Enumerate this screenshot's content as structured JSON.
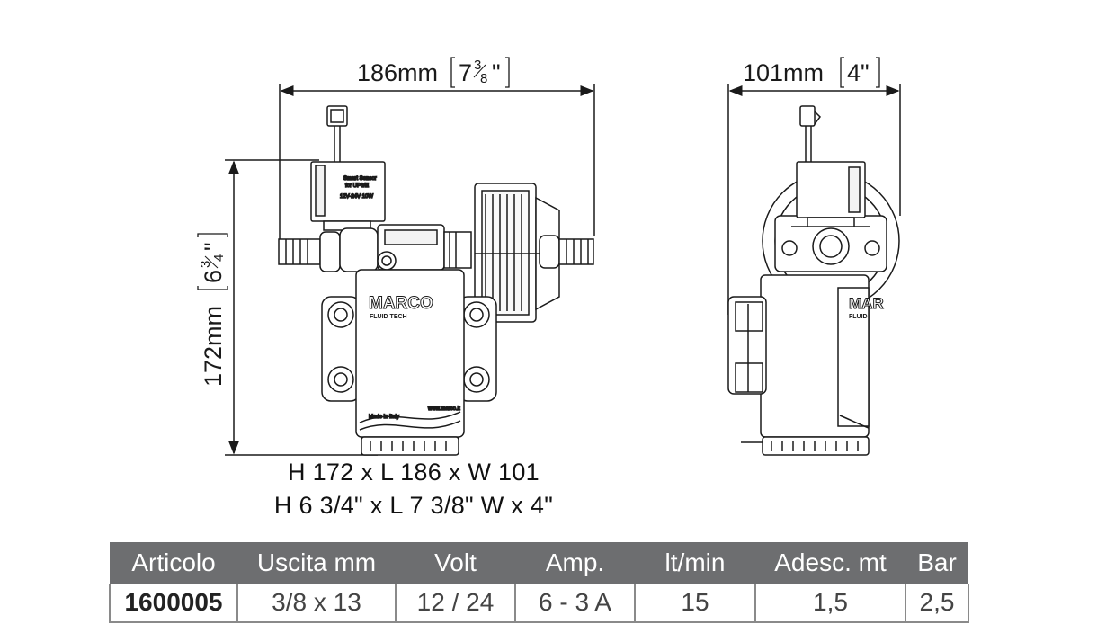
{
  "dimensions": {
    "front_width": "186mm",
    "front_width_inch_whole": "7",
    "front_width_inch_num": "3",
    "front_width_inch_den": "8",
    "side_width": "101mm",
    "side_width_inch": "4\"",
    "height": "172mm",
    "height_inch_whole": "6",
    "height_inch_num": "3",
    "height_inch_den": "4"
  },
  "product_labels": {
    "brand": "MARCO",
    "brand_sub": "FLUID TECH"
  },
  "captions": {
    "metric": "H 172 x L 186 x W 101",
    "imperial": "H 6 3/4\" x L 7 3/8\" W x 4\""
  },
  "table": {
    "headers": [
      "Articolo",
      "Uscita mm",
      "Volt",
      "Amp.",
      "lt/min",
      "Adesc. mt",
      "Bar"
    ],
    "rows": [
      [
        "1600005",
        "3/8 x 13",
        "12 / 24",
        "6 - 3 A",
        "15",
        "1,5",
        "2,5"
      ]
    ]
  },
  "colors": {
    "line": "#1a1a1a",
    "table_header_bg": "#6d6e70",
    "table_border": "#8a8a8a"
  }
}
